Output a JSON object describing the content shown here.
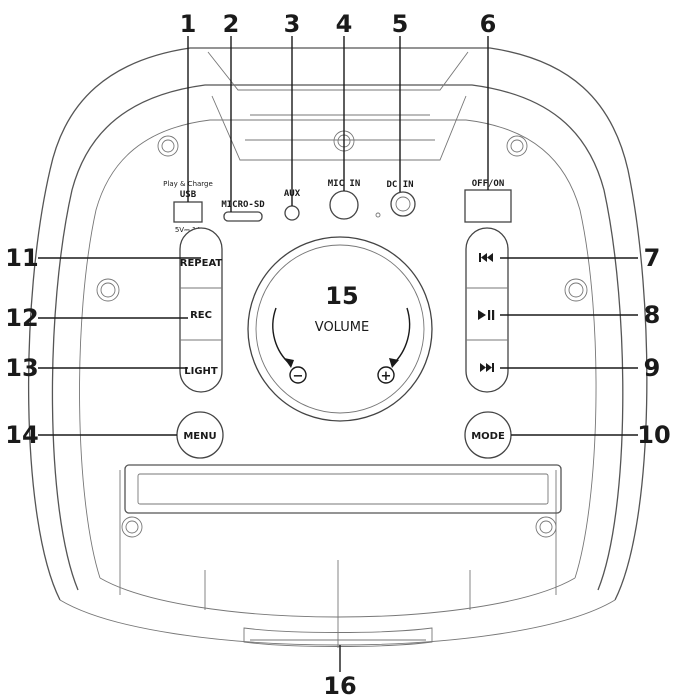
{
  "callouts": {
    "n1": "1",
    "n2": "2",
    "n3": "3",
    "n4": "4",
    "n5": "5",
    "n6": "6",
    "n7": "7",
    "n8": "8",
    "n9": "9",
    "n10": "10",
    "n11": "11",
    "n12": "12",
    "n13": "13",
    "n14": "14",
    "n15": "15",
    "n16": "16"
  },
  "ports": {
    "usb_caption": "Play & Charge",
    "usb": "USB",
    "usb_rating": "5V⎓ 1A",
    "micro_sd": "MICRO-SD",
    "aux": "AUX",
    "mic_in": "MIC IN",
    "dc_in": "DC IN",
    "off_on": "OFF/ON"
  },
  "buttons": {
    "repeat": "REPEAT",
    "rec": "REC",
    "light": "LIGHT",
    "menu": "MENU",
    "mode": "MODE",
    "prev_icon": "skip-previous-icon",
    "play_pause_icon": "play-pause-icon",
    "next_icon": "skip-next-icon"
  },
  "volume": {
    "label": "VOLUME",
    "minus": "−",
    "plus": "+"
  }
}
